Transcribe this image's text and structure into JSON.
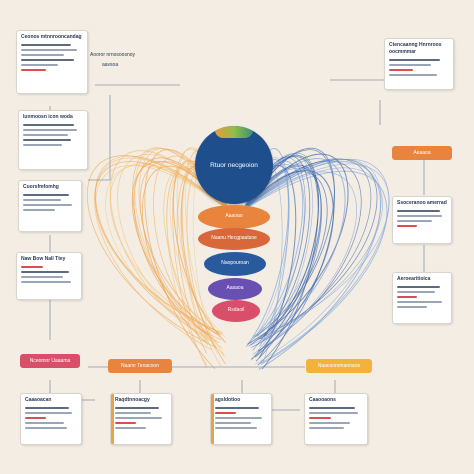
{
  "colors": {
    "background": "#f3ede4",
    "navy": "#1f4e8c",
    "orange": "#e8843d",
    "purple": "#6a4fb3",
    "pink": "#d94f6a",
    "yellow": "#f2b33d",
    "line_orange": "#f0a24a",
    "line_blue": "#3b63a8"
  },
  "central": {
    "head_label": "Rtuor necgeoion",
    "layer1": "Aaaoao",
    "layer2": "Naanu Hecgpaatsoe",
    "layer3": "Naopouroan",
    "layer4": "Aasaoa",
    "layer5": "Rsdaoil"
  },
  "top_center": {
    "label1": "Aooror nrnosoosnoy",
    "label2": "aavsoa"
  },
  "left_cards": [
    {
      "title": "Ceonos mtnnrooncandag"
    },
    {
      "title": "Iunmoosn icon woda"
    },
    {
      "title": "Cuorsfmfomhg"
    },
    {
      "title": "Naw Bow Nall Ttey"
    }
  ],
  "right_cards": [
    {
      "title": "Ctencaanng Hnrnroos oocmmmar"
    },
    {
      "title": "Ssoceranoo amerrad"
    },
    {
      "title": "Aeroearitioica"
    }
  ],
  "right_pill": "Aeaaoa",
  "bottom_pills": [
    {
      "label": "Nceomnr Uaaama"
    },
    {
      "label": "Naamr Tenacoon"
    },
    {
      "label": "Naaesoromanoaoe"
    }
  ],
  "bottom_cards": [
    {
      "title": "Caaaoacan"
    },
    {
      "title": "Raqdtnnoacgy"
    },
    {
      "title": "agsldotioo"
    },
    {
      "title": "Caaooaons"
    }
  ]
}
